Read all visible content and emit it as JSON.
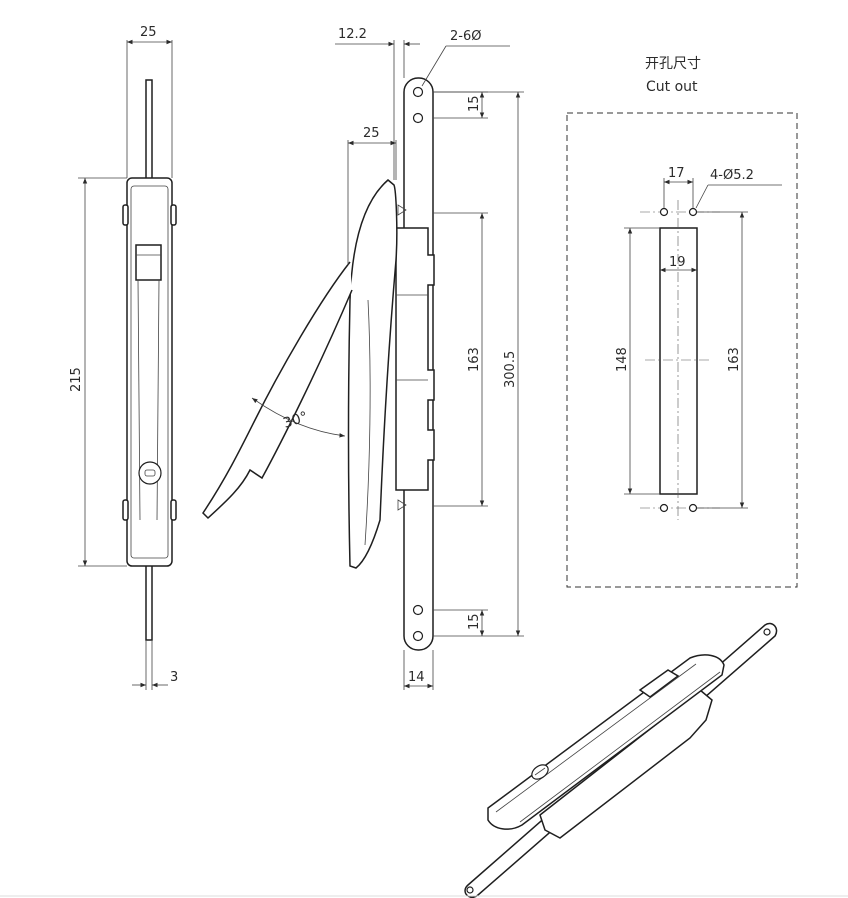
{
  "cutout": {
    "title_cn": "开孔尺寸",
    "title_en": "Cut out"
  },
  "dims": {
    "front_width": "25",
    "front_height": "215",
    "rod_width": "3",
    "side_offset": "12.2",
    "holes_side": "2-6Ø",
    "handle_depth": "25",
    "pitch_top": "15",
    "pitch_mid": "163",
    "total_length": "300.5",
    "pitch_bottom": "15",
    "plate_width": "14",
    "angle": "30°",
    "cut_hole_spacing": "17",
    "cut_holes": "4-Ø5.2",
    "cut_slot_width": "19",
    "cut_slot_height": "148",
    "cut_pitch": "163"
  },
  "colors": {
    "line": "#2b2b2b",
    "background": "#ffffff"
  }
}
